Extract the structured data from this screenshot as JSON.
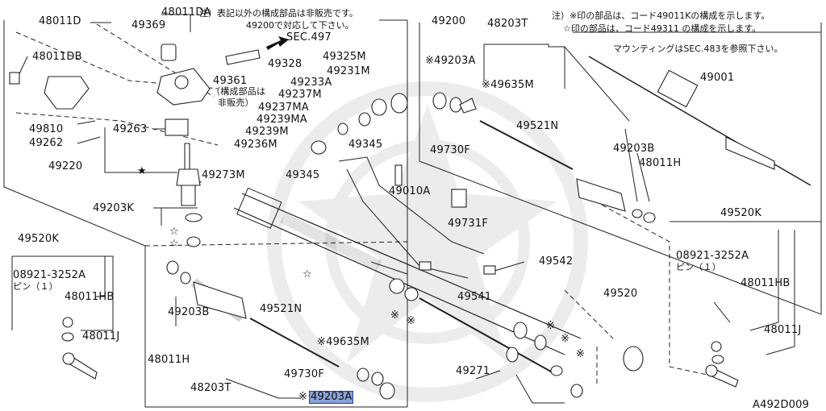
{
  "notes": {
    "left_line1": "注）表記以外の構成部品は非販売です。",
    "left_line2": "49200で対応して下さい。",
    "right_line1": "注）※印の部品は、コード49011Kの構成を示します。",
    "right_line2": "☆印の部品は、コード49311 の構成を示します。",
    "right_line3": "マウンティングはSEC.483を参照下さい。",
    "sec_ref": "SEC.497",
    "not_sold_a": "（構成部品は",
    "not_sold_b": "非販売）",
    "pin1_left": "ピン（１）",
    "pin1_right": "ピン（１）"
  },
  "parts": {
    "p48011D": "48011D",
    "p48011DA": "48011DA",
    "p49369": "49369",
    "p48011DB": "48011DB",
    "p49810": "49810",
    "p49262": "49262",
    "p49263": "49263",
    "p49220": "49220",
    "p49361": "49361",
    "p49328": "49328",
    "p49325M": "49325M",
    "p49231M": "49231M",
    "p49233A": "49233A",
    "p49237M": "49237M",
    "p49237MA": "49237MA",
    "p49239MA": "49239MA",
    "p49239M": "49239M",
    "p49236M": "49236M",
    "p49273M": "49273M",
    "p49203K": "49203K",
    "p49345a": "49345",
    "p49345b": "49345",
    "p49010A": "49010A",
    "p49731F": "49731F",
    "p49542": "49542",
    "p49541": "49541",
    "p49200": "49200",
    "p48203T_top": "48203T",
    "p49203A_top": "※49203A",
    "p49635M_top": "※49635M",
    "p49730F_top": "49730F",
    "p49521N_top": "49521N",
    "p49203B_top": "49203B",
    "p48011H_top": "48011H",
    "p49001": "49001",
    "p49520K_right": "49520K",
    "p08921_right": "08921-3252A",
    "p48011HB_right": "48011HB",
    "p48011J_right": "48011J",
    "p49520K_left": "49520K",
    "p08921_left": "08921-3252A",
    "p48011HB_left": "48011HB",
    "p48011J_left": "48011J",
    "p49203B_bot": "49203B",
    "p48011H_bot": "48011H",
    "p48203T_bot": "48203T",
    "p49521N_bot": "49521N",
    "p49635M_bot": "※49635M",
    "p49730F_bot": "49730F",
    "p49203A_bot_mark": "※",
    "p49203A_bot": "49203A",
    "p49271": "49271",
    "p49520_mid": "49520",
    "diagram_code": "A492D009"
  },
  "symbols": {
    "star": "★",
    "white_star": "☆",
    "kome": "※"
  }
}
